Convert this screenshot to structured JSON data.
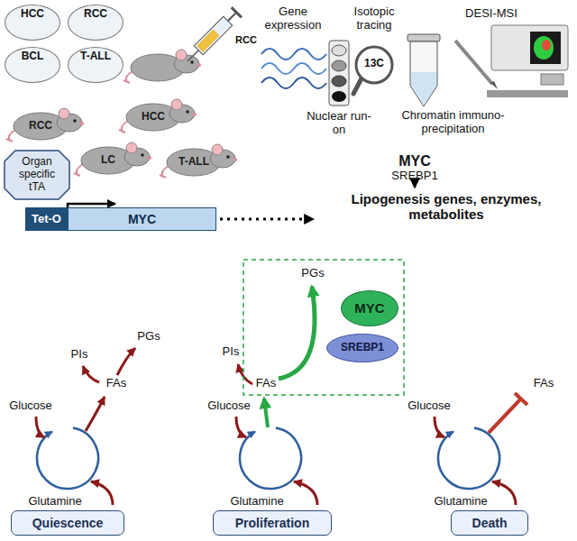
{
  "diagram": {
    "nodes": [
      {
        "text": [
          "HCC"
        ]
      },
      {
        "text": [
          "RCC"
        ]
      },
      {
        "text": [
          "BCL"
        ]
      },
      {
        "text": [
          "T-ALL"
        ]
      },
      {
        "text": [
          "RCC"
        ]
      },
      {
        "text": [
          "HCC"
        ]
      },
      {
        "text": [
          "LC"
        ]
      },
      {
        "text": [
          "T-ALL"
        ]
      },
      {
        "text": [
          "Organ specific tTA"
        ]
      },
      {
        "text": [
          "Tet-O"
        ]
      },
      {
        "text": [
          "MYC"
        ]
      },
      {
        "text": [
          "MYC",
          "SREBP1"
        ]
      },
      {
        "text": [
          "Lipogenesis genes, enzymes, metabolites"
        ]
      },
      {
        "text": [
          "Quiescence"
        ]
      },
      {
        "text": [
          "MYC"
        ]
      },
      {
        "text": [
          "SREBP1"
        ]
      },
      {
        "text": [
          "Proliferation"
        ]
      },
      {
        "text": [
          "Death"
        ]
      }
    ],
    "edges": [
      {
        "from": 10,
        "to": 12,
        "arrow": "to"
      },
      {
        "from": 11,
        "to": 12,
        "arrow": "to"
      }
    ],
    "labels": [
      "RCC",
      "Gene expression",
      "Isotopic tracing",
      "DESI-MSI",
      "13C",
      "Nuclear run-on",
      "Chromatin immuno-precipitation",
      "Glucose",
      "Glutamine",
      "FAs",
      "PIs",
      "PGs",
      "Glucose",
      "Glutamine",
      "FAs",
      "PIs",
      "PGs",
      "Glucose",
      "FAs",
      "Glutamine"
    ]
  }
}
